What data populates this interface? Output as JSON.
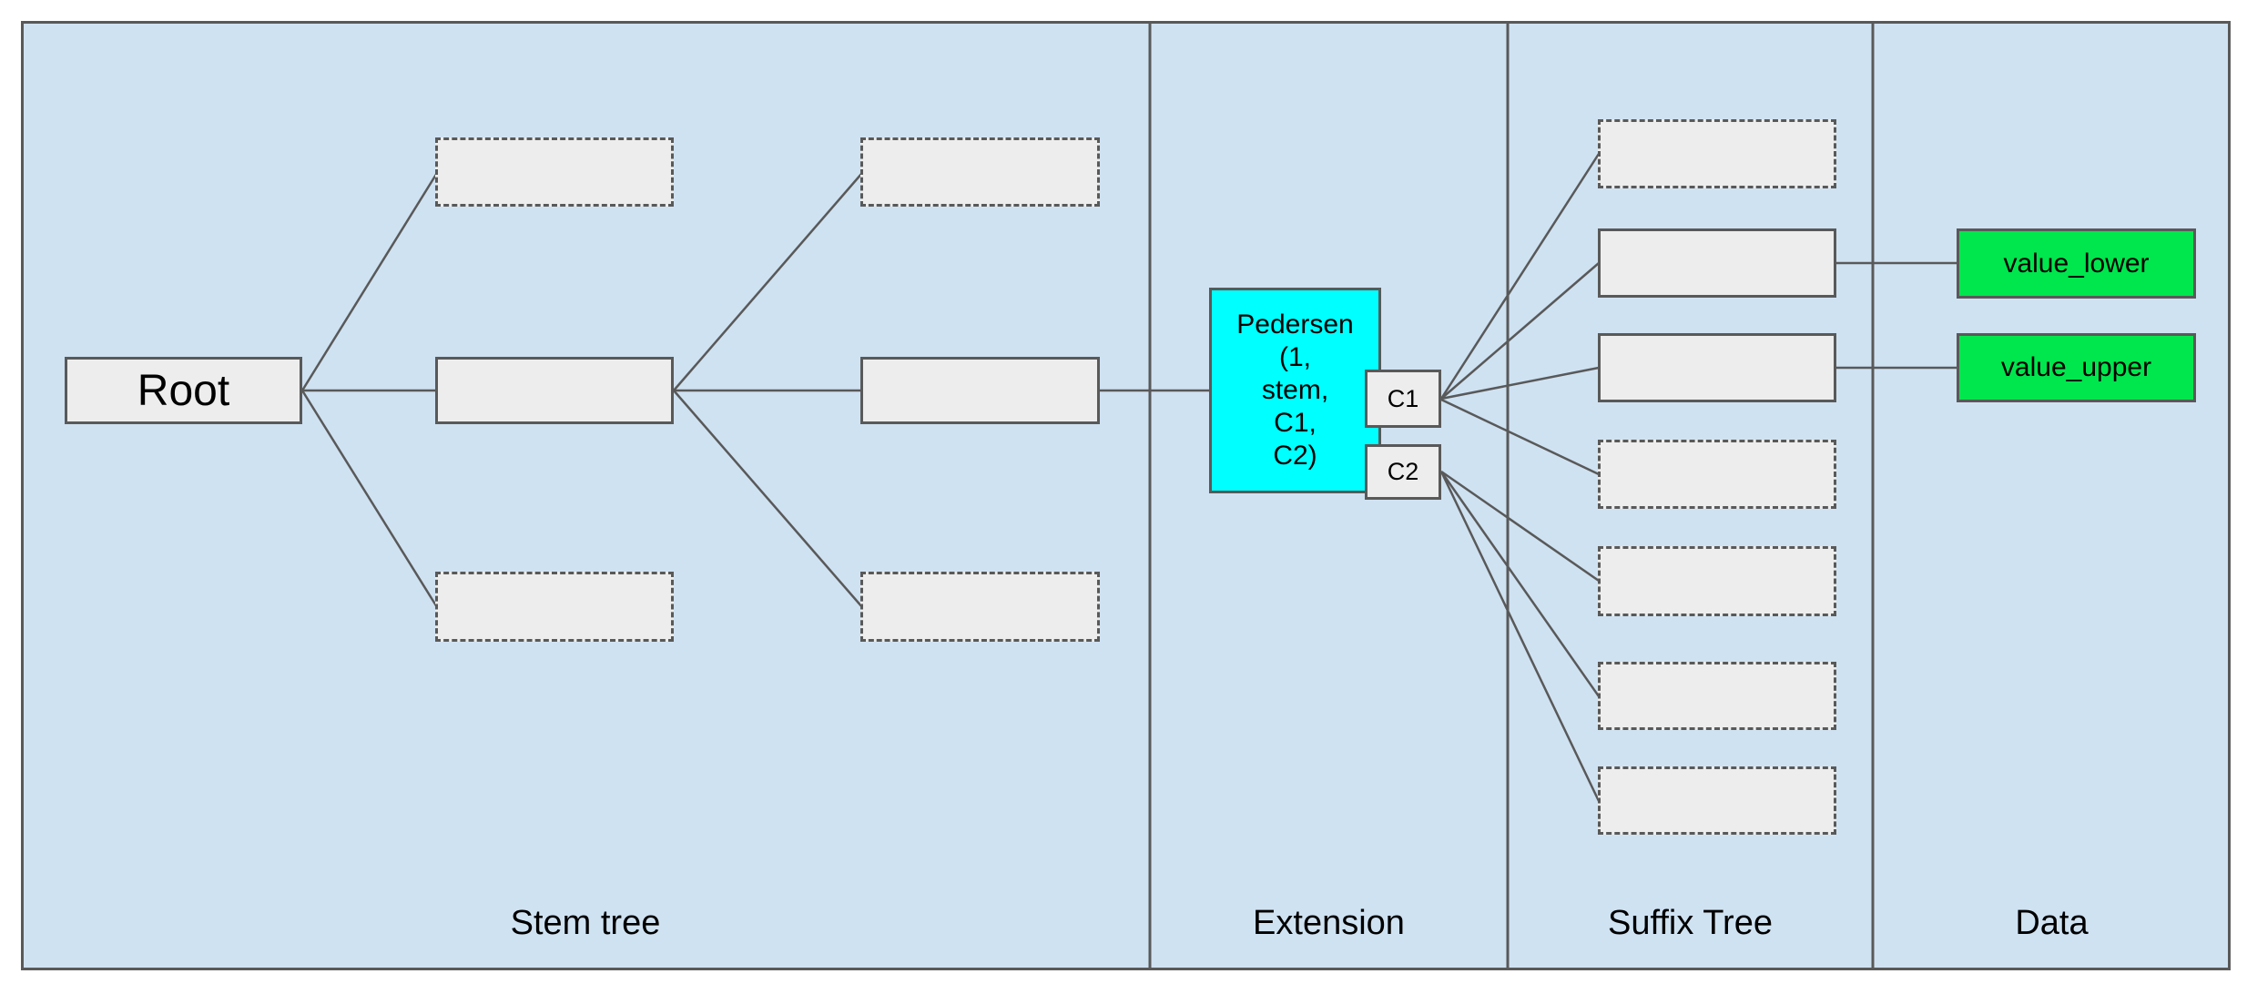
{
  "diagram": {
    "colors": {
      "panel_background": "#cfe2f2",
      "line": "#595959",
      "node_fill": "#ededed",
      "pedersen_fill": "#00ffff",
      "value_fill": "#00e64d"
    },
    "nodes": {
      "root": "Root",
      "pedersen_lines": [
        "Pedersen",
        "(1,",
        "stem,",
        "C1,",
        "C2)"
      ],
      "c1": "C1",
      "c2": "C2",
      "value_lower": "value_lower",
      "value_upper": "value_upper"
    },
    "sections": [
      {
        "label": "Stem tree"
      },
      {
        "label": "Extension"
      },
      {
        "label": "Suffix Tree"
      },
      {
        "label": "Data"
      }
    ]
  }
}
